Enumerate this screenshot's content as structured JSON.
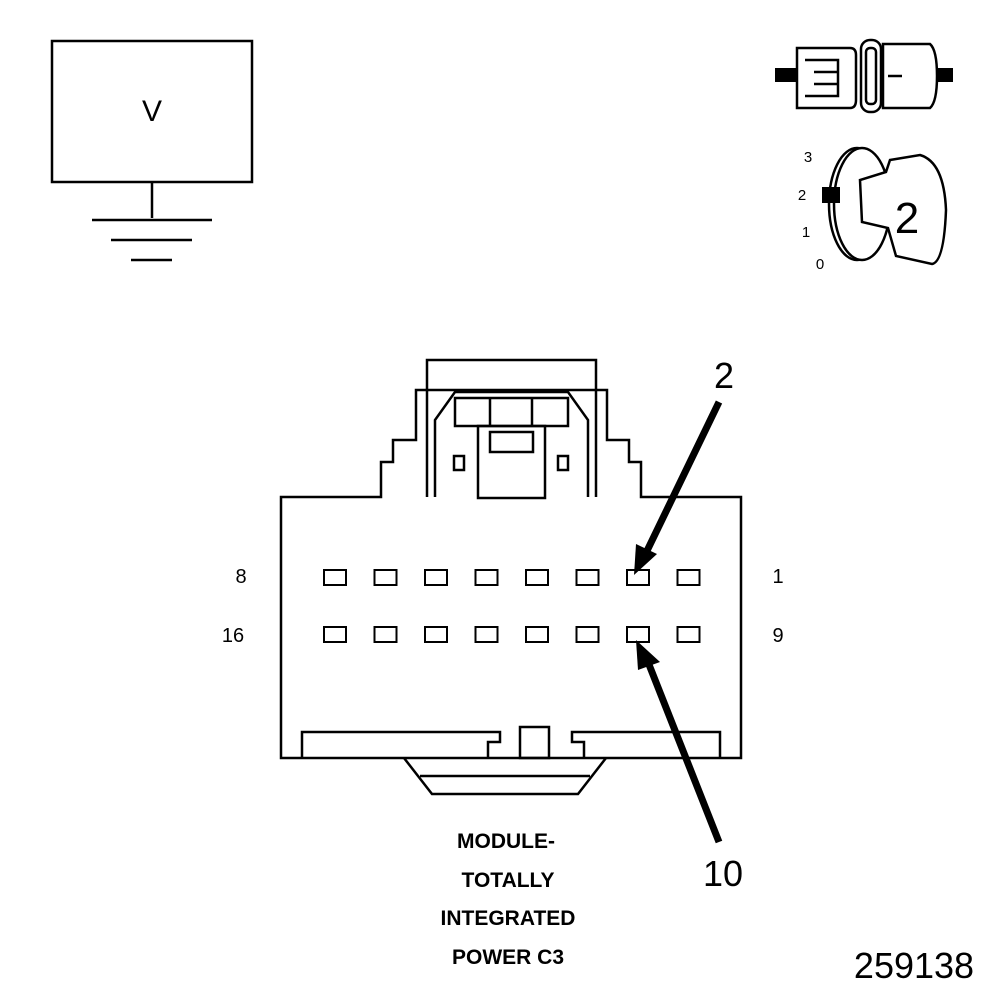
{
  "meter": {
    "symbol": "V"
  },
  "key_position": {
    "scale": [
      "3",
      "2",
      "1",
      "0"
    ],
    "selected": "2"
  },
  "connector": {
    "row_top": {
      "left_pin": "8",
      "right_pin": "1"
    },
    "row_bottom": {
      "left_pin": "16",
      "right_pin": "9"
    },
    "top_row_cavities": 8,
    "bottom_row_cavities": 8,
    "callouts": [
      {
        "pin": "2"
      },
      {
        "pin": "10"
      }
    ],
    "title_lines": [
      "MODULE-",
      "TOTALLY",
      "INTEGRATED",
      "POWER C3"
    ]
  },
  "figure_id": "259138"
}
